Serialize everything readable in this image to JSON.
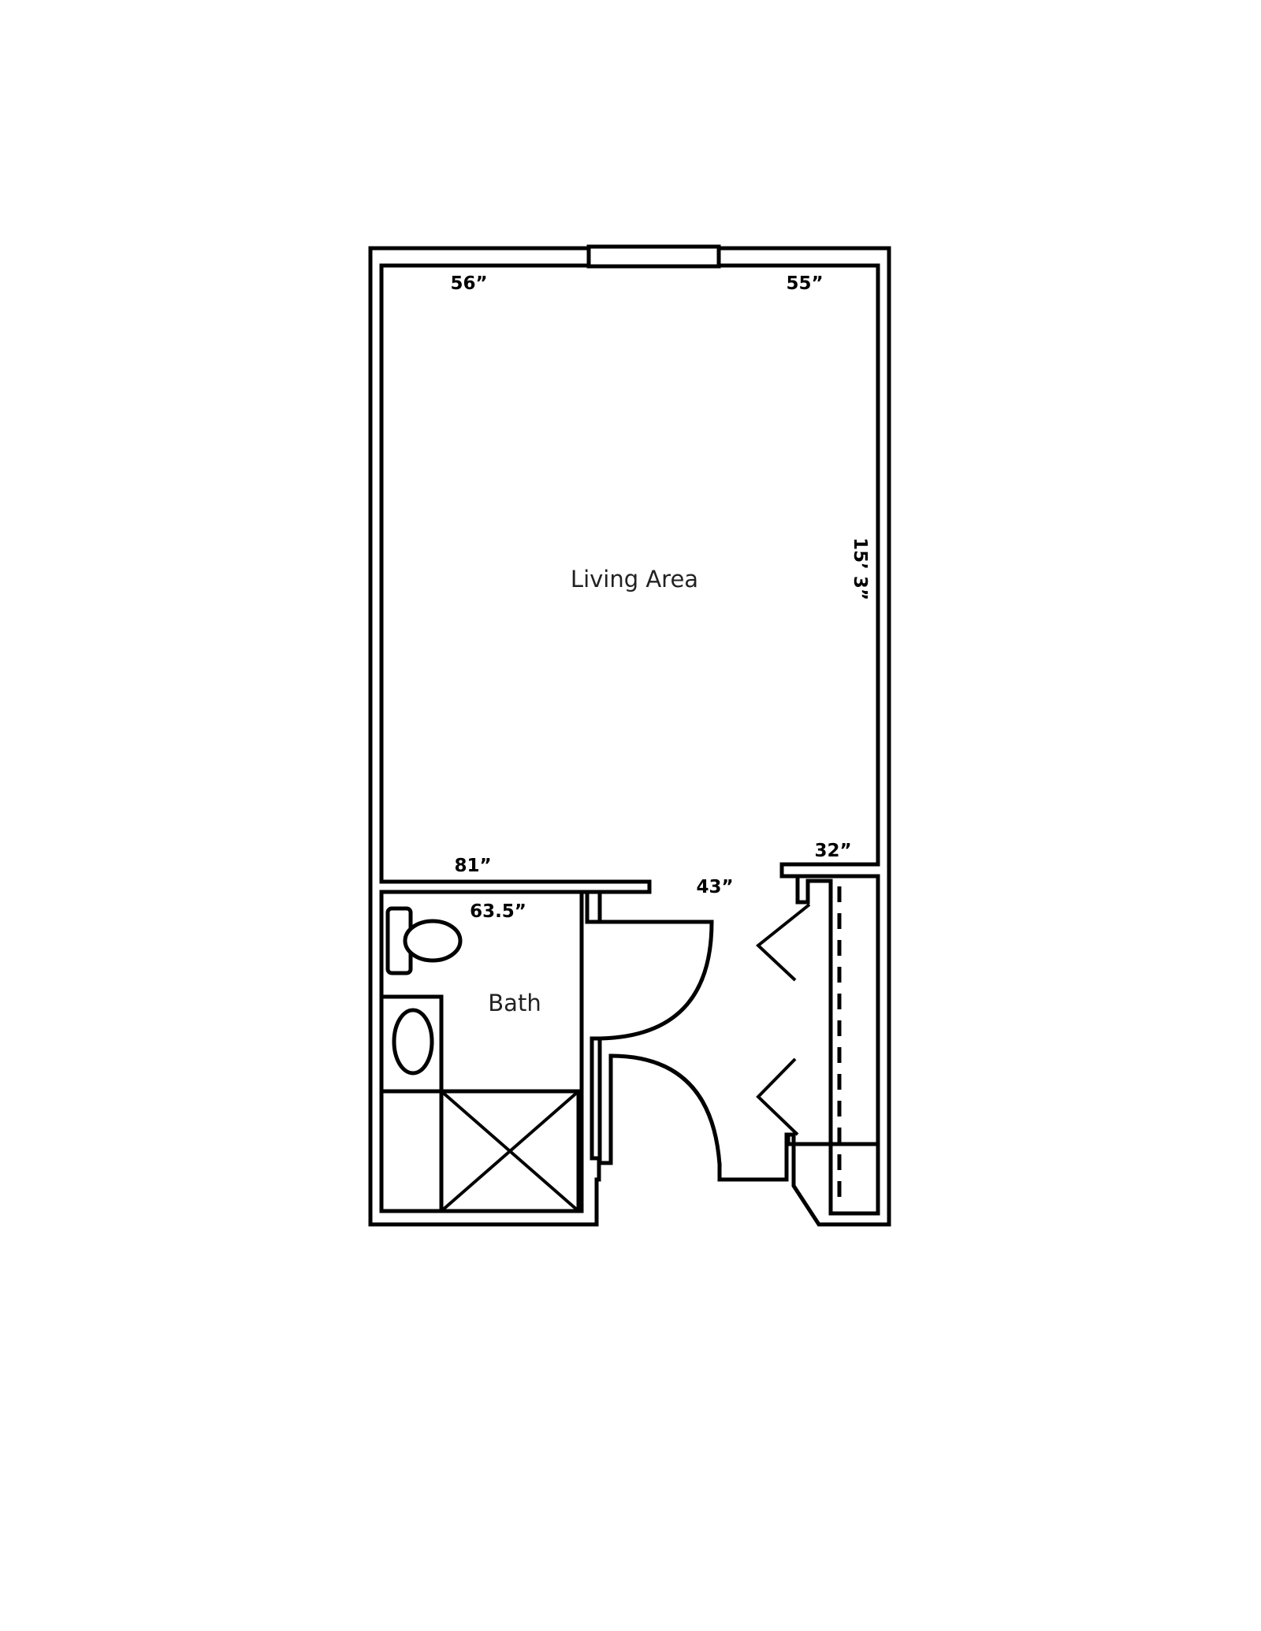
{
  "rooms": {
    "living": "Living Area",
    "bath": "Bath"
  },
  "dimensions": {
    "top_left": "56”",
    "top_right": "55”",
    "right_side": "15’ 3”",
    "mid_left": "81”",
    "mid_right": "32”",
    "entry": "43”",
    "bath_width": "63.5”"
  }
}
